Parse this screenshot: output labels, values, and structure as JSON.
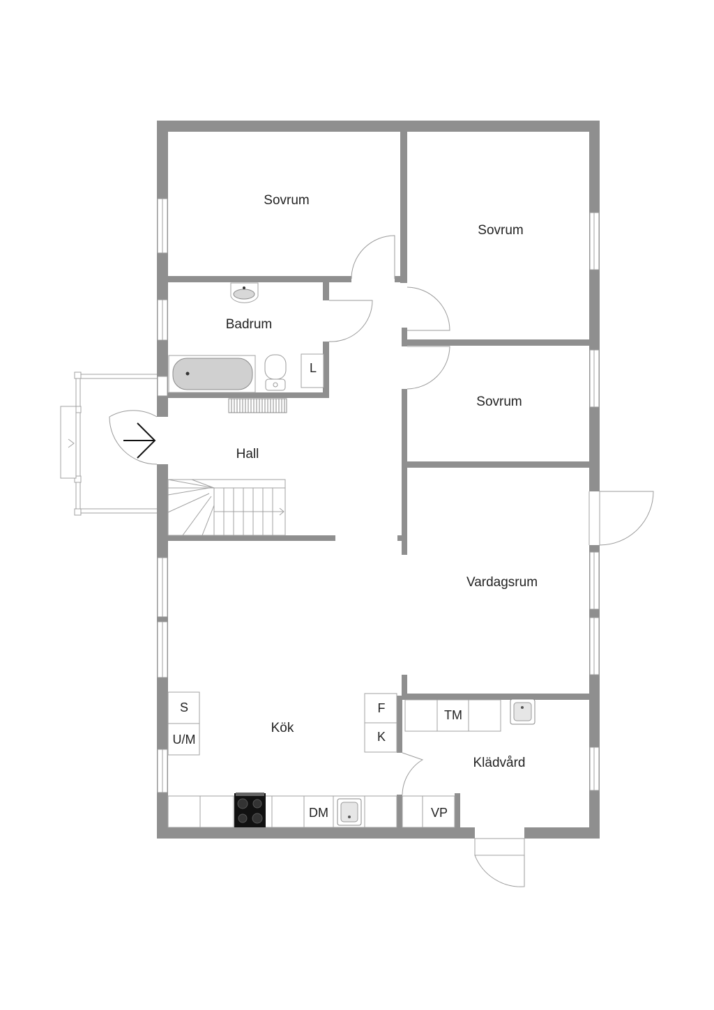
{
  "rooms": {
    "sovrum_1": "Sovrum",
    "sovrum_2": "Sovrum",
    "sovrum_3": "Sovrum",
    "badrum": "Badrum",
    "hall": "Hall",
    "vardagsrum": "Vardagsrum",
    "kok": "Kök",
    "kladvard": "Klädvård"
  },
  "appliances": {
    "laundry": "L",
    "stove_s": "S",
    "oven_um": "U/M",
    "fridge": "F",
    "freezer": "K",
    "dishwasher": "DM",
    "dryer": "TM",
    "water_heater": "VP"
  },
  "colors": {
    "wall": "#8f8f8f",
    "line": "#9a9a9a",
    "text": "#222222"
  },
  "icons": {
    "entrance": "arrow-right-icon",
    "stair_direction": "chevron-right-icon"
  }
}
